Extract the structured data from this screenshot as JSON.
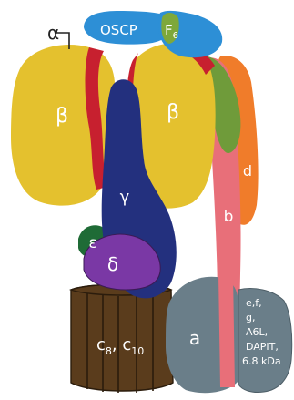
{
  "labels": {
    "alpha": "α",
    "oscp": "OSCP",
    "f6_base": "F",
    "f6_sub": "6",
    "beta_left": "β",
    "beta_right": "β",
    "gamma": "γ",
    "epsilon": "ε",
    "delta": "δ",
    "b": "b",
    "d": "d",
    "a": "a",
    "c8_base": "c",
    "c8_sub": "8",
    "c_sep": ", ",
    "c10_base": "c",
    "c10_sub": "10",
    "efg_lines": [
      "e,f,",
      "g,",
      "A6L,",
      "DAPIT,",
      "6.8 kDa"
    ]
  },
  "colors": {
    "oscp": "#2d8fd6",
    "f6": "#7ea83b",
    "beta": "#e4c12e",
    "alpha_band": "#c7202f",
    "gamma": "#23307e",
    "epsilon": "#1f6b36",
    "delta": "#7a38a5",
    "b": "#e86f79",
    "d": "#f07c2a",
    "stalk_green": "#6f9b3a",
    "a": "#6a7e89",
    "c_ring": "#5a3c1c",
    "c_ring_line": "#2b1c0c",
    "outline": "#2a2a2a"
  }
}
